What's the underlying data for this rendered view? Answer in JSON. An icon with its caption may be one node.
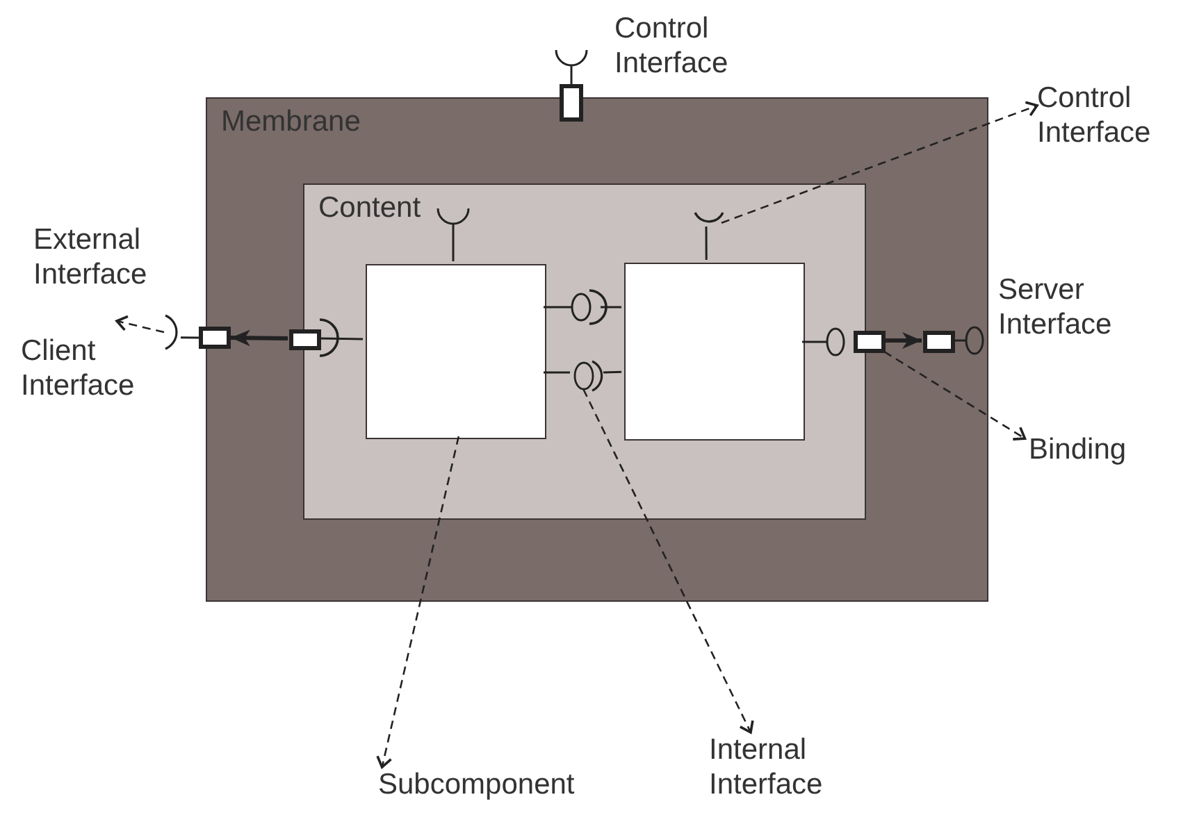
{
  "diagram": {
    "nodes": [
      {
        "text": [
          "Membrane"
        ]
      },
      {
        "text": [
          "Content"
        ],
        "in": 0
      },
      {
        "text": [],
        "shape": "box",
        "in": 1
      },
      {
        "text": [],
        "shape": "box",
        "in": 1
      },
      {
        "text": [],
        "shape": "arc"
      },
      {
        "text": [],
        "shape": "box"
      },
      {
        "text": [],
        "shape": "box",
        "in": 0
      },
      {
        "text": [],
        "shape": "arc",
        "in": 1
      },
      {
        "text": [],
        "shape": "circle",
        "in": 1
      },
      {
        "text": [],
        "shape": "box",
        "in": 0
      },
      {
        "text": [],
        "shape": "box",
        "in": 0
      },
      {
        "text": [
          "External Interface",
          "Client Interface"
        ]
      },
      {
        "text": [
          "Control Interface"
        ]
      },
      {
        "text": [
          "Binding"
        ]
      },
      {
        "text": [
          "Subcomponent"
        ]
      },
      {
        "text": [
          "Internal Interface"
        ]
      }
    ],
    "edges": [
      {
        "from": 6,
        "to": 5,
        "arrow": "to",
        "style": "thick"
      },
      {
        "from": 9,
        "to": 10,
        "arrow": "to",
        "style": "thick"
      },
      {
        "from": 4,
        "to": 11,
        "arrow": "to",
        "style": "dashed"
      },
      {
        "from": 7,
        "to": 12,
        "arrow": "to",
        "style": "dashed"
      },
      {
        "from": 9,
        "to": 13,
        "arrow": "to",
        "style": "dashed"
      },
      {
        "from": 2,
        "to": 14,
        "arrow": "to",
        "style": "dashed"
      },
      {
        "from": 8,
        "to": 15,
        "arrow": "to",
        "style": "dashed"
      },
      {
        "from": 4,
        "to": 5,
        "arrow": "none"
      },
      {
        "from": 2,
        "to": 6,
        "arrow": "none"
      },
      {
        "from": 7,
        "to": 3,
        "arrow": "none"
      },
      {
        "from": 2,
        "to": 8,
        "arrow": "none"
      },
      {
        "from": 8,
        "to": 3,
        "arrow": "none"
      }
    ],
    "labels": [
      "Control Interface",
      "Server Interface"
    ]
  }
}
